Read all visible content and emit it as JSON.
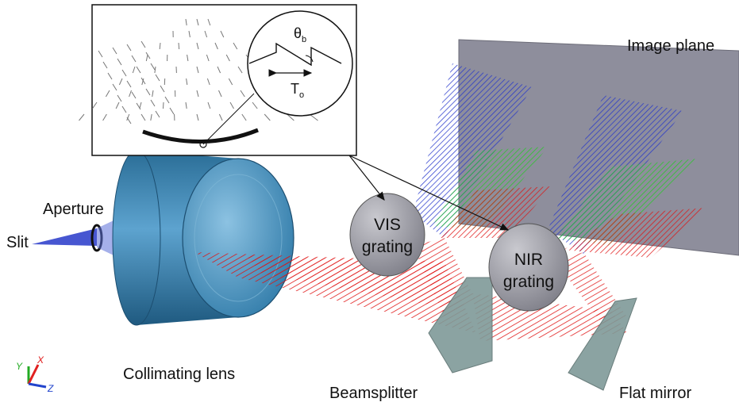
{
  "labels": {
    "image_plane": "Image plane",
    "aperture": "Aperture",
    "slit": "Slit",
    "collimating_lens": "Collimating lens",
    "beamsplitter": "Beamsplitter",
    "flat_mirror": "Flat mirror",
    "vis_grating_line1": "VIS",
    "vis_grating_line2": "grating",
    "nir_grating_line1": "NIR",
    "nir_grating_line2": "grating"
  },
  "inset": {
    "blaze_angle_symbol": "θ",
    "blaze_angle_subscript": "b",
    "period_symbol": "T",
    "period_subscript": "o"
  },
  "axes": {
    "x": "X",
    "y": "Y",
    "z": "Z"
  },
  "colors": {
    "blue_rays": "#2233cc",
    "green_rays": "#22cc22",
    "red_rays": "#e01010",
    "lens": "#3f86b0",
    "image_plane": "#8e8e9c",
    "grating": "#9a9aa2",
    "prism": "#7f9a98"
  }
}
